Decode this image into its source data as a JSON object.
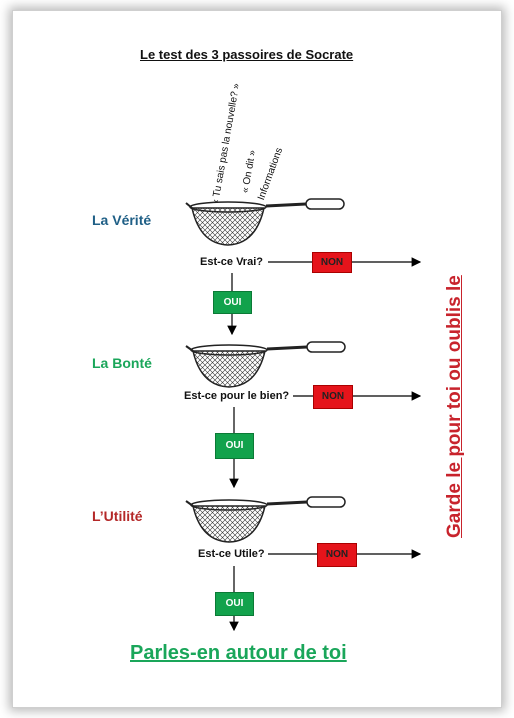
{
  "title": "Le test des 3 passoires de Socrate",
  "inputs": [
    "« Tu sais pas la nouvelle? »",
    "« On dit »",
    "Informations"
  ],
  "stages": [
    {
      "label": "La Vérité",
      "question": "Est-ce Vrai?",
      "color": "#1f5f86"
    },
    {
      "label": "La Bonté",
      "question": "Est-ce pour le bien?",
      "color": "#1aa65a"
    },
    {
      "label": "L’Utilité",
      "question": "Est-ce Utile?",
      "color": "#b42828"
    }
  ],
  "yes_label": "OUI",
  "no_label": "NON",
  "side_text": "Garde le pour toi ou oublis le",
  "final_text": "Parles-en autour de toi",
  "colors": {
    "yes": "#12a24c",
    "no": "#e5141b",
    "side": "#c8232c",
    "final": "#1aa65a"
  }
}
